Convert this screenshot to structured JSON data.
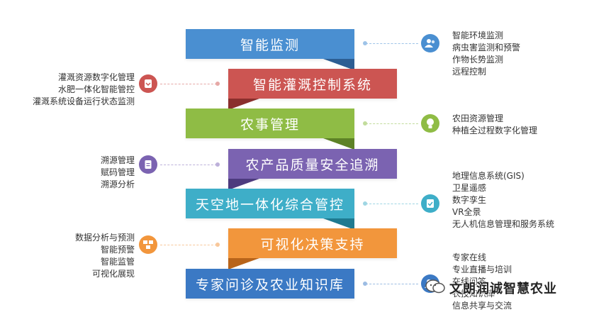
{
  "bands": [
    {
      "label": "智能监测",
      "color": "#4a8fd1",
      "fold_color": "#2d5e93"
    },
    {
      "label": "智能灌溉控制系统",
      "color": "#cc5552",
      "fold_color": "#8a2f2d"
    },
    {
      "label": "农事管理",
      "color": "#8fbc45",
      "fold_color": "#5d8226"
    },
    {
      "label": "农产品质量安全追溯",
      "color": "#7b63b1",
      "fold_color": "#4d3b7e"
    },
    {
      "label": "天空地一体化综合管控",
      "color": "#3eaec8",
      "fold_color": "#1f7a90"
    },
    {
      "label": "可视化决策支持",
      "color": "#f2963c",
      "fold_color": "#b8641a"
    },
    {
      "label": "专家问诊及农业知识库",
      "color": "#3b79c4",
      "fold_color": "#22508c"
    }
  ],
  "right_groups": [
    {
      "icon": "people-icon",
      "color": "#4a8fd1",
      "items": [
        "智能环境监测",
        "病虫害监测和预警",
        "作物长势监测",
        "远程控制"
      ]
    },
    {
      "icon": "lightbulb-icon",
      "color": "#8fbc45",
      "items": [
        "农田资源管理",
        "种植全过程数字化管理"
      ]
    },
    {
      "icon": "clipboard-icon",
      "color": "#3eaec8",
      "items": [
        "地理信息系统(GIS)",
        "卫星遥感",
        "数字孪生",
        "VR全景",
        "无人机信息管理和服务系统"
      ]
    },
    {
      "icon": "people-icon",
      "color": "#3b79c4",
      "items": [
        "专家在线",
        "专业直播与培训",
        "在线问答",
        "农技知识库",
        "信息共享与交流"
      ]
    }
  ],
  "left_groups": [
    {
      "icon": "badge-icon",
      "color": "#cc5552",
      "items": [
        "灌溉资源数字化管理",
        "水肥一体化智能管控",
        "灌溉系统设备运行状态监测"
      ]
    },
    {
      "icon": "document-icon",
      "color": "#7b63b1",
      "items": [
        "溯源管理",
        "赋码管理",
        "溯源分析"
      ]
    },
    {
      "icon": "boxes-icon",
      "color": "#f2963c",
      "items": [
        "数据分析与预测",
        "智能预警",
        "智能监管",
        "可视化展现"
      ]
    }
  ],
  "watermark": {
    "text": "文朗润诚智慧农业",
    "icon": "chat-bubble-icon"
  }
}
